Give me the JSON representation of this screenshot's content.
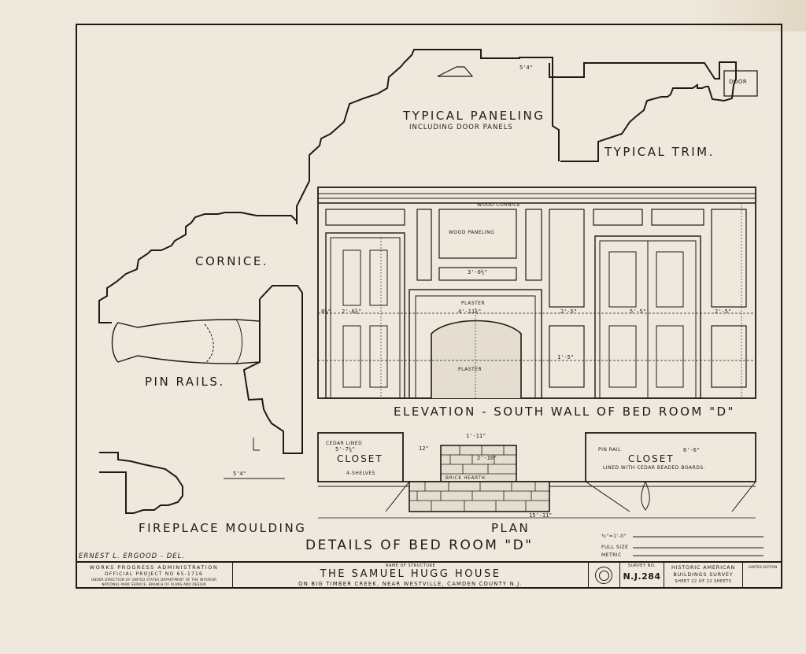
{
  "drawing": {
    "typical_paneling": "Typical Paneling",
    "including_door_panels": "Including Door Panels",
    "typical_trim": "Typical Trim.",
    "door": "Door",
    "cornice": "Cornice.",
    "pin_rails": "Pin Rails.",
    "fireplace_moulding": "Fireplace Moulding",
    "elevation_title": "Elevation - South Wall of Bed Room \"D\"",
    "wood_cornice": "Wood Cornice",
    "wood_paneling": "Wood Paneling",
    "plaster_1": "Plaster",
    "plaster_2": "Plaster",
    "plan": "Plan",
    "details_title": "Details of Bed Room \"D\"",
    "closet_left": "Closet",
    "closet_right": "Closet",
    "cedar_lined": "Cedar Lined",
    "four_shelves": "4-Shelves",
    "brick_hearth": "Brick Hearth",
    "pin_rail": "Pin Rail",
    "lined_cedar": "Lined with Cedar Beaded Boards.",
    "dims": {
      "d1": "5'4\"",
      "d2": "3'-0½\"",
      "d3": "4'-11¾\"",
      "d4": "2'-5\"",
      "d5": "5'-5\"",
      "d6": "1'-5\"",
      "d7": "5'-7¼\"",
      "d8": "12\"",
      "d9": "5'4\"",
      "d10": "6'-6\"",
      "d11": "15'-11\"",
      "d12": "1'-11\"",
      "d13": "2'-10\"",
      "d14": "2'-6¾\"",
      "d15": "8½\"",
      "d16": "2'-5\""
    },
    "scale_label_1": "¾\"=1'-0\"",
    "scale_label_2": "Full Size",
    "scale_label_3": "Metric",
    "delineator": "Ernest L. Ergood - Del."
  },
  "title_block": {
    "wpa": "Works Progress Administration",
    "official_project": "Official Project No 65-1716",
    "under_direction": "Under Direction of United States Department of the Interior",
    "nps": "National Park Service, Branch of Plans and Design",
    "name_of_structure_label": "Name of Structure",
    "structure_name": "The Samuel Hugg House",
    "location": "On Big Timber Creek, Near Westville, Camden County N.J.",
    "survey_no_label": "Survey No.",
    "survey_no": "N.J.284",
    "habs_1": "Historic American",
    "habs_2": "Buildings Survey",
    "sheet": "Sheet 22 of 22 Sheets",
    "limited_edition": "Limited Edition"
  }
}
